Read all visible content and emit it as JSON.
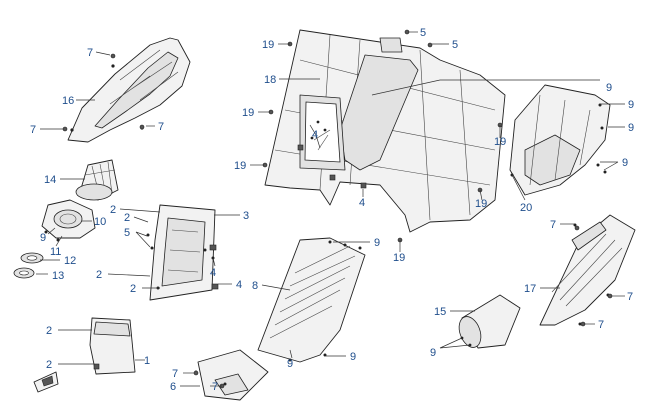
{
  "diagram": {
    "callouts": [
      {
        "id": "c7a",
        "text": "7"
      },
      {
        "id": "c16",
        "text": "16"
      },
      {
        "id": "c7b",
        "text": "7"
      },
      {
        "id": "c7c",
        "text": "7"
      },
      {
        "id": "c14",
        "text": "14"
      },
      {
        "id": "c10",
        "text": "10"
      },
      {
        "id": "c9a",
        "text": "9"
      },
      {
        "id": "c11",
        "text": "11"
      },
      {
        "id": "c12",
        "text": "12"
      },
      {
        "id": "c13",
        "text": "13"
      },
      {
        "id": "c2a",
        "text": "2"
      },
      {
        "id": "c2b",
        "text": "2"
      },
      {
        "id": "c5a",
        "text": "5"
      },
      {
        "id": "c3",
        "text": "3"
      },
      {
        "id": "c4a",
        "text": "4"
      },
      {
        "id": "c2c",
        "text": "2"
      },
      {
        "id": "c2d",
        "text": "2"
      },
      {
        "id": "c4b",
        "text": "4"
      },
      {
        "id": "c2e",
        "text": "2"
      },
      {
        "id": "c2f",
        "text": "2"
      },
      {
        "id": "c1",
        "text": "1"
      },
      {
        "id": "c7d",
        "text": "7"
      },
      {
        "id": "c6",
        "text": "6"
      },
      {
        "id": "c7e",
        "text": "7"
      },
      {
        "id": "c19a",
        "text": "19"
      },
      {
        "id": "c18",
        "text": "18"
      },
      {
        "id": "c19b",
        "text": "19"
      },
      {
        "id": "c19c",
        "text": "19"
      },
      {
        "id": "c4c",
        "text": "4"
      },
      {
        "id": "c4d",
        "text": "4"
      },
      {
        "id": "c5b",
        "text": "5"
      },
      {
        "id": "c5c",
        "text": "5"
      },
      {
        "id": "c9b",
        "text": "9"
      },
      {
        "id": "c9c",
        "text": "9"
      },
      {
        "id": "c9d",
        "text": "9"
      },
      {
        "id": "c19d",
        "text": "19"
      },
      {
        "id": "c9e",
        "text": "9"
      },
      {
        "id": "c20",
        "text": "20"
      },
      {
        "id": "c19e",
        "text": "19"
      },
      {
        "id": "c19f",
        "text": "19"
      },
      {
        "id": "c9f",
        "text": "9"
      },
      {
        "id": "c8",
        "text": "8"
      },
      {
        "id": "c9g",
        "text": "9"
      },
      {
        "id": "c9h",
        "text": "9"
      },
      {
        "id": "c7f",
        "text": "7"
      },
      {
        "id": "c17",
        "text": "17"
      },
      {
        "id": "c7g",
        "text": "7"
      },
      {
        "id": "c7h",
        "text": "7"
      },
      {
        "id": "c15",
        "text": "15"
      },
      {
        "id": "c9i",
        "text": "9"
      }
    ],
    "colors": {
      "label": "#1f4e8c",
      "line": "#222222",
      "fill": "#f2f2f2"
    }
  }
}
